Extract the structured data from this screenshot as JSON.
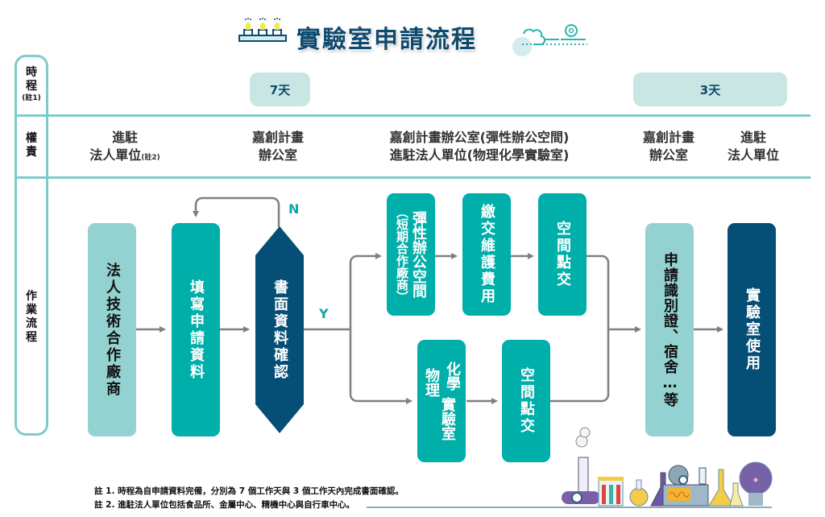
{
  "title": "實驗室申請流程",
  "title_icons": {
    "left": "lab-burners-icon",
    "right": "cloud-gear-icon"
  },
  "rows": {
    "schedule": {
      "label_lines": [
        "時",
        "程"
      ],
      "note": "(註1)"
    },
    "responsibility": {
      "label_lines": [
        "權",
        "責"
      ]
    },
    "process": {
      "label_lines": [
        "作",
        "業",
        "流",
        "程"
      ]
    }
  },
  "schedule_pills": [
    {
      "label": "7天"
    },
    {
      "label": "3天"
    }
  ],
  "responsibility": [
    {
      "lines": [
        "進駐",
        "法人單位"
      ],
      "note": "(註2)"
    },
    {
      "lines": [
        "嘉創計畫",
        "辦公室"
      ]
    },
    {
      "lines": [
        "嘉創計畫辦公室(彈性辦公空間)",
        "進駐法人單位(物理化學實驗室)"
      ]
    },
    {
      "lines": [
        "嘉創計畫",
        "辦公室"
      ]
    },
    {
      "lines": [
        "進駐",
        "法人單位"
      ]
    }
  ],
  "steps": {
    "s1": "法人技術合作廠商",
    "s2": "填寫申請資料",
    "s3": "書面資料確認",
    "s4a_main": "彈性辦公空間",
    "s4a_sub": "（短期合作廠商）",
    "s5a": "繳交維護費用",
    "s6a": "空間點交",
    "s4b_col1": "物理",
    "s4b_col2": "化學",
    "s4b_rest": "實驗室",
    "s6b": "空間點交",
    "s7": "申請識別證、宿舍…等",
    "s8": "實驗室使用"
  },
  "decision": {
    "no": "N",
    "yes": "Y"
  },
  "notes": [
    "註 1. 時程為自申請資料完備，分別為 7 個工作天與 3 個工作天內完成書面確認。",
    "註 2. 進駐法人單位包括食品所、金屬中心、精機中心與自行車中心。"
  ],
  "illustration": "lab-equipment-illustration",
  "colors": {
    "frame": "#7ecbca",
    "pill": "#c9e6e3",
    "light_box": "#94d2d1",
    "teal_box": "#00aeaa",
    "dark_box": "#054f76",
    "title": "#0e4a6e",
    "arrow": "#808080",
    "yn_label": "#0aa8a6"
  }
}
